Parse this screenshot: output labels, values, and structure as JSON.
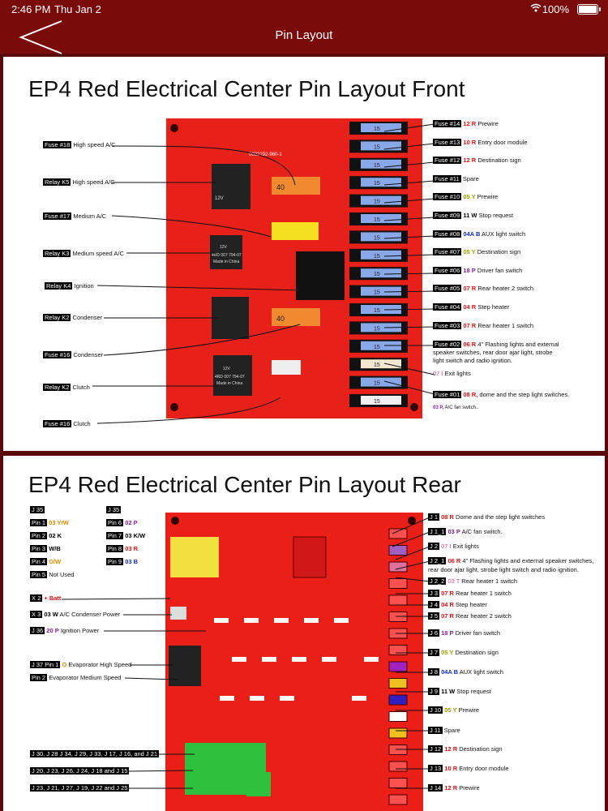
{
  "status": {
    "time": "2:46 PM",
    "date": "Thu Jan 2",
    "battery": "100%"
  },
  "nav": {
    "title": "Pin Layout"
  },
  "front": {
    "title": "EP4 Red Electrical Center Pin Layout Front",
    "board_code": "0032192-960-1",
    "relay_lines": [
      "12V",
      "4RD 007 794-07",
      "Made in China"
    ],
    "fuse_value_40": "40",
    "fuse_value_15": "15",
    "left_labels": [
      {
        "tag": "Fuse #18",
        "text": "High speed A/C"
      },
      {
        "tag": "Relay K5",
        "text": "High speed A/C"
      },
      {
        "tag": "Fuse #17",
        "text": "Medium A/C"
      },
      {
        "tag": "Relay K3",
        "text": "Medium  speed A/C"
      },
      {
        "tag": "Relay K4",
        "text": "Ignition"
      },
      {
        "tag": "Relay K2",
        "text": "Condenser"
      },
      {
        "tag": "Fuse #16",
        "text": "Condenser"
      },
      {
        "tag": "Relay K2",
        "text": "Clutch"
      },
      {
        "tag": "Fuse #16",
        "text": "Clutch"
      }
    ],
    "right_labels": [
      {
        "tag": "Fuse #14",
        "code": "12 R",
        "color": "r",
        "text": "Prewire"
      },
      {
        "tag": "Fuse #13",
        "code": "10 R",
        "color": "r",
        "text": "Entry door module"
      },
      {
        "tag": "Fuse #12",
        "code": "12 R",
        "color": "r",
        "text": "Destination sign"
      },
      {
        "tag": "Fuse #11",
        "code": "",
        "color": "k",
        "text": "Spare"
      },
      {
        "tag": "Fuse #10",
        "code": "05 Y",
        "color": "y",
        "text": "Prewire"
      },
      {
        "tag": "Fuse #09",
        "code": "11 W",
        "color": "k",
        "text": "Stop request"
      },
      {
        "tag": "Fuse #08",
        "code": "04A B",
        "color": "b",
        "text": "AUX light switch"
      },
      {
        "tag": "Fuse #07",
        "code": "05 Y",
        "color": "y",
        "text": "Destination sign"
      },
      {
        "tag": "Fuse #06",
        "code": "18 P",
        "color": "p",
        "text": "Driver fan switch"
      },
      {
        "tag": "Fuse #05",
        "code": "07 R",
        "color": "r",
        "text": "Rear heater 2 switch"
      },
      {
        "tag": "Fuse #04",
        "code": "04 R",
        "color": "r",
        "text": "Step heater"
      },
      {
        "tag": "Fuse #03",
        "code": "07 R",
        "color": "r",
        "text": "Rear heater 1 switch"
      }
    ],
    "fuse02": {
      "tag": "Fuse #02",
      "code": "06 R",
      "lines": [
        "4\" Flashing lights and external",
        "speaker  switches, rear door ajar light, strobe",
        "light switch and radio ignition."
      ],
      "extra_code": "07 I",
      "extra_text": "Exit lights"
    },
    "fuse01": {
      "tag": "Fuse #01",
      "code": "08 R,",
      "text": "dome and the step light switches.",
      "extra_code": "03 P,",
      "extra_text": "A/C fan switch.."
    }
  },
  "rear": {
    "title": "EP4 Red Electrical Center Pin Layout Rear",
    "left_col1": [
      {
        "tag": "J 35",
        "code": "",
        "color": "k",
        "text": ""
      },
      {
        "tag": "Pin 1",
        "code": "03 Y/W",
        "color": "o",
        "text": ""
      },
      {
        "tag": "Pin 2",
        "code": "02 K",
        "color": "k",
        "text": ""
      },
      {
        "tag": "Pin 3",
        "code": "W/B",
        "color": "k",
        "text": ""
      },
      {
        "tag": "Pin 4",
        "code": "O/W",
        "color": "o",
        "text": ""
      },
      {
        "tag": "Pin 5",
        "code": "",
        "color": "k",
        "text": "Not Used"
      }
    ],
    "left_col2": [
      {
        "tag": "J 35",
        "code": "",
        "color": "k"
      },
      {
        "tag": "Pin 6",
        "code": "02 P",
        "color": "p"
      },
      {
        "tag": "Pin 7",
        "code": "03 K/W",
        "color": "k"
      },
      {
        "tag": "Pin 8",
        "code": "03 R",
        "color": "r"
      },
      {
        "tag": "Pin 9",
        "code": "03 B",
        "color": "b"
      }
    ],
    "left_labels": [
      {
        "tag": "X 2",
        "code": "+ Batt",
        "color": "r",
        "text": ""
      },
      {
        "tag": "X 3",
        "code": "03 W",
        "color": "k",
        "text": "A/C Condenser Power"
      },
      {
        "tag": "J 36",
        "code": "20 P",
        "color": "p",
        "text": "Ignition Power"
      },
      {
        "tag": "J 37 Pin 1",
        "code": "O",
        "color": "o",
        "text": "Evaporator High Speed"
      },
      {
        "tag": "Pin 2",
        "code": "",
        "color": "k",
        "text": "Evaporator Medium Speed"
      }
    ],
    "bottom_left": [
      "J 30,  J 28 J 34, J 29, J 33, J 17, J 16,  and J 21",
      "J 20, J 23, J 26, J 24, J 18 and J 15",
      "J 23, J 21, J 27, J 19, J 22 and J 25"
    ],
    "right_labels": [
      {
        "tag": "J 1",
        "code": "08 R",
        "color": "r",
        "text": "Dome and the step light switches"
      },
      {
        "tag": "J 1_1",
        "code": "03 P",
        "color": "p",
        "text": "A/C fan switch."
      },
      {
        "tag": "J 2",
        "code": "07 I",
        "color": "pk",
        "text": "Exit lights"
      },
      {
        "tag": "J 2_1",
        "code": "06 R",
        "color": "r",
        "text": "4\" Flashing lights and external speaker  switches,"
      },
      {
        "tag": "J 2_2",
        "code": "03 T",
        "color": "pk",
        "text": "Rear heater 1 switch"
      },
      {
        "tag": "J 3",
        "code": "07 R",
        "color": "r",
        "text": "Rear heater 1 switch"
      },
      {
        "tag": "J 4",
        "code": "04 R",
        "color": "r",
        "text": "Step heater"
      },
      {
        "tag": "J 5",
        "code": "07 R",
        "color": "r",
        "text": "Rear heater 2 switch"
      },
      {
        "tag": "J 6",
        "code": "18 P",
        "color": "p",
        "text": "Driver fan switch"
      },
      {
        "tag": "J 7",
        "code": "05 Y",
        "color": "y",
        "text": "Destination sign"
      },
      {
        "tag": "J 8",
        "code": "04A B",
        "color": "b",
        "text": "AUX light switch"
      },
      {
        "tag": "J 9",
        "code": "11 W",
        "color": "k",
        "text": "Stop request"
      },
      {
        "tag": "J 10",
        "code": "05 Y",
        "color": "y",
        "text": "Prewire"
      },
      {
        "tag": "J 11",
        "code": "",
        "color": "k",
        "text": "Spare"
      },
      {
        "tag": "J 12",
        "code": "12 R",
        "color": "r",
        "text": "Destination sign"
      },
      {
        "tag": "J 13",
        "code": "10 R",
        "color": "r",
        "text": "Entry door module"
      },
      {
        "tag": "J 14",
        "code": "12 R",
        "color": "r",
        "text": "Prewire"
      }
    ],
    "j2_1_line2": "rear door ajar light, strobe light switch and radio ignition."
  }
}
